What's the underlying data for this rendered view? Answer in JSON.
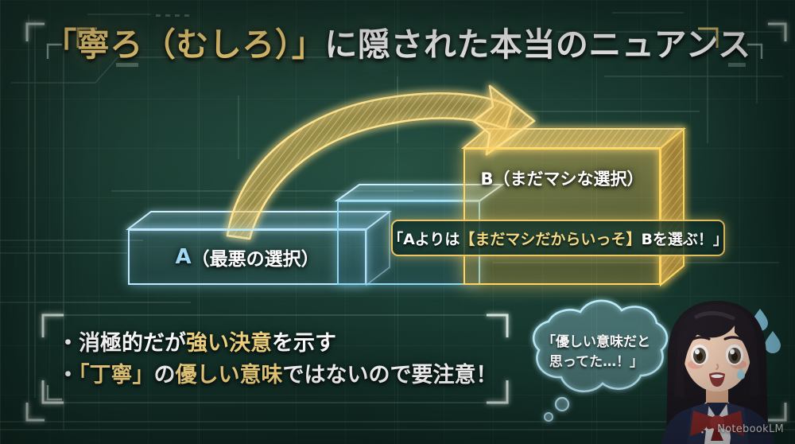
{
  "title": {
    "gold": "「寧ろ（むしろ）」",
    "white": "に隠された本当のニュアンス"
  },
  "diagram": {
    "box_a": {
      "key": "A",
      "label": "（最悪の選択）"
    },
    "box_b": {
      "label": "B（まだマシな選択）"
    },
    "callout": {
      "pre": "「Aよりは",
      "highlight": "【まだマシだからいっそ】",
      "post": "Bを選ぶ！」"
    },
    "arrow_name": "curved-gold-arrow"
  },
  "bullets": [
    {
      "mark": "・",
      "a": "消極的だが",
      "b": "強い決意",
      "c": "を示す"
    },
    {
      "mark": "・",
      "a": "「丁寧」",
      "b": "の",
      "c": "優しい意味",
      "d": "ではないので要注意！"
    }
  ],
  "bubble": {
    "line1": "「優しい意味だと",
    "line2": "思ってた…！」"
  },
  "watermark": {
    "label": "NotebookLM"
  },
  "colors": {
    "bg_green": "#16342c",
    "gold": "#f2d27a",
    "gold_line": "#ffd760",
    "cyan_line": "#bfe9ff",
    "white": "#ffffff",
    "bubble_cyan": "#9fe4f7"
  }
}
